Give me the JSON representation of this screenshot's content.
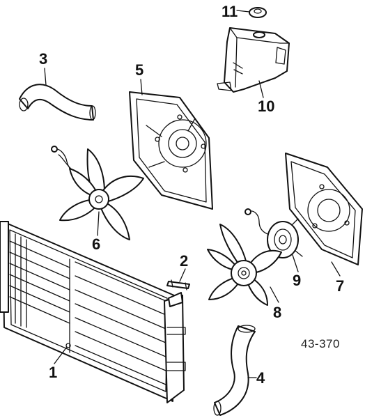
{
  "callouts": {
    "c1": "1",
    "c2": "2",
    "c3": "3",
    "c4": "4",
    "c5": "5",
    "c6": "6",
    "c7": "7",
    "c8": "8",
    "c9": "9",
    "c10": "10",
    "c11": "11"
  },
  "diagram_code": "43-370"
}
